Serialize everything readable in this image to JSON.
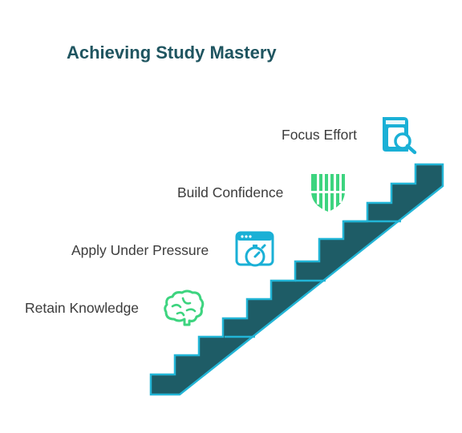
{
  "title": "Achieving Study Mastery",
  "steps": [
    {
      "label": "Focus Effort",
      "icon": "book-search-icon",
      "icon_color": "#1ab0d6"
    },
    {
      "label": "Build Confidence",
      "icon": "shield-icon",
      "icon_color": "#3dd47f"
    },
    {
      "label": "Apply Under Pressure",
      "icon": "stopwatch-window-icon",
      "icon_color": "#1ab0d6"
    },
    {
      "label": "Retain Knowledge",
      "icon": "brain-icon",
      "icon_color": "#3dd47f"
    }
  ],
  "colors": {
    "title": "#1f5560",
    "stair_fill": "#1e5c66",
    "stair_edge": "#22b5d6"
  }
}
